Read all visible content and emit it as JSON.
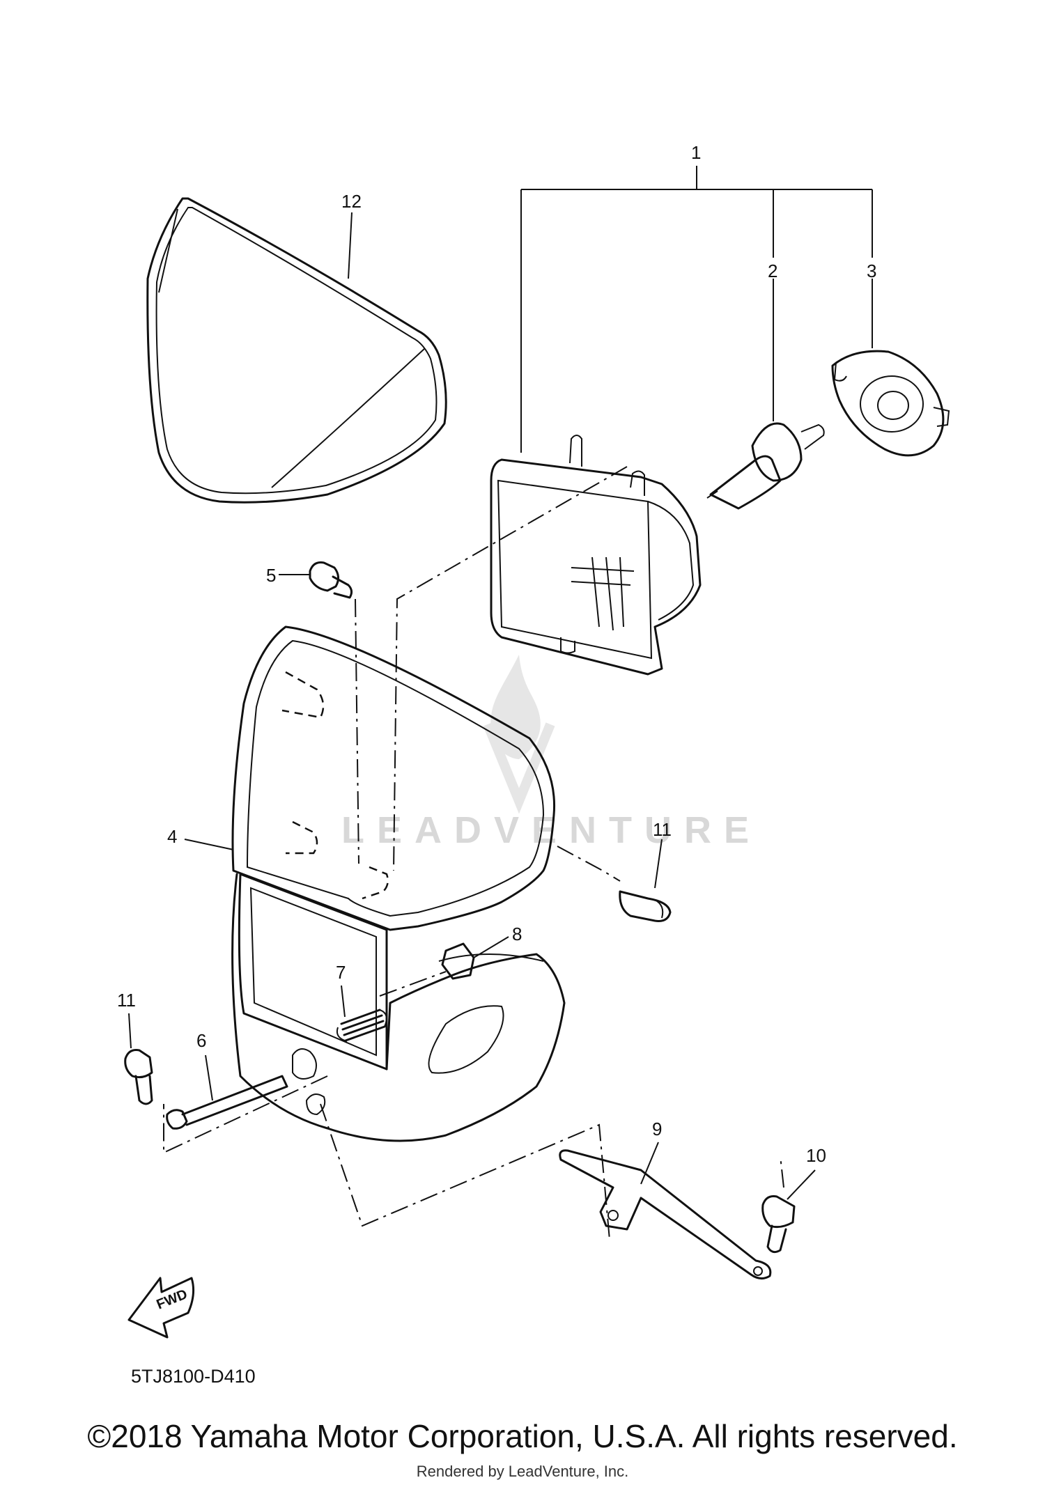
{
  "callouts": {
    "c1": "1",
    "c2": "2",
    "c3": "3",
    "c4": "4",
    "c5": "5",
    "c6": "6",
    "c7": "7",
    "c8": "8",
    "c9": "9",
    "c10": "10",
    "c11a": "11",
    "c11b": "11",
    "c12": "12"
  },
  "diagram_code": "5TJ8100-D410",
  "fwd_label": "FWD",
  "watermark": "LEADVENTURE",
  "footer": {
    "copyright": "©2018 Yamaha Motor Corporation, U.S.A. All rights reserved.",
    "rendered_by": "Rendered by LeadVenture, Inc."
  }
}
